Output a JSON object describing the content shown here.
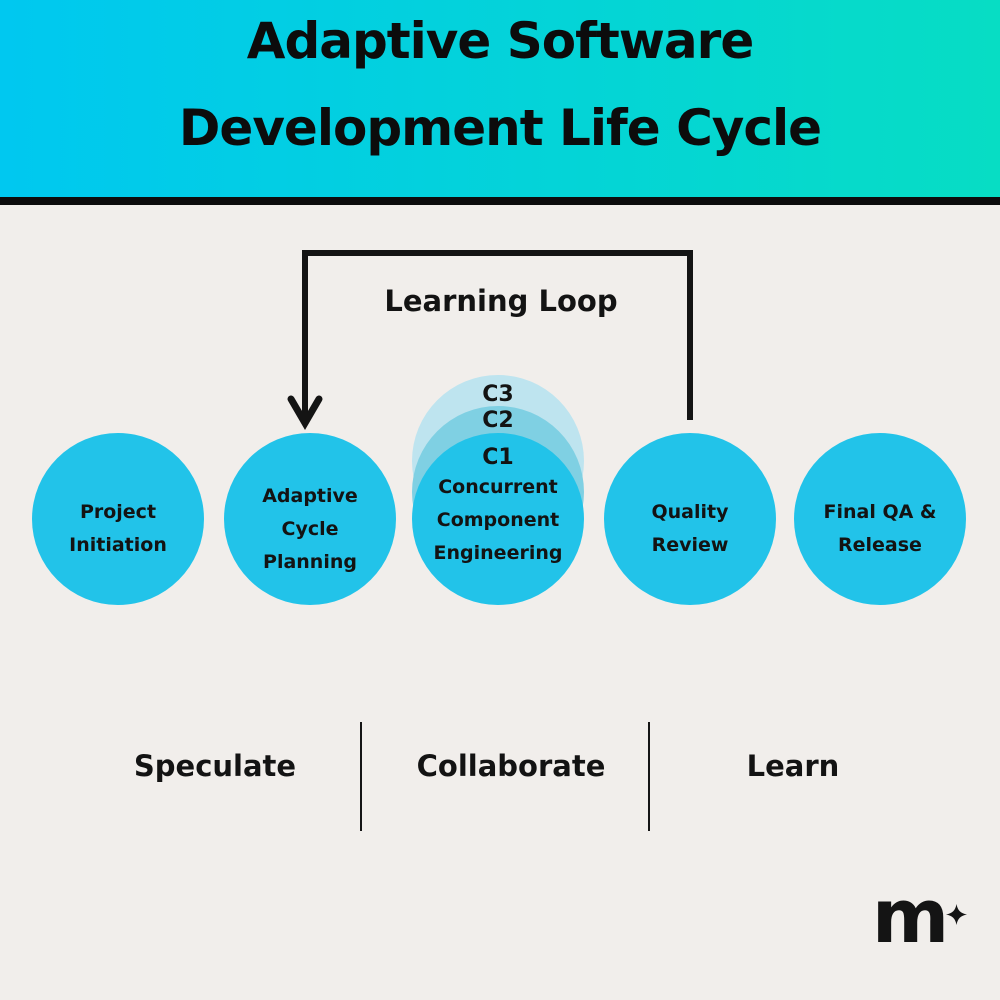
{
  "header": {
    "title_line1": "Adaptive Software",
    "title_line2": "Development Life Cycle"
  },
  "loop": {
    "label": "Learning Loop"
  },
  "stages": [
    {
      "label": "Project\nInitiation"
    },
    {
      "label": "Adaptive\nCycle\nPlanning"
    },
    {
      "label": "Concurrent\nComponent\nEngineering",
      "iterations": {
        "c3": "C3",
        "c2": "C2",
        "c1": "C1"
      }
    },
    {
      "label": "Quality\nReview"
    },
    {
      "label": "Final QA &\nRelease"
    }
  ],
  "phases": [
    {
      "label": "Speculate"
    },
    {
      "label": "Collaborate"
    },
    {
      "label": "Learn"
    }
  ],
  "logo": {
    "text": "m",
    "sparkle": "four-pointed-star"
  },
  "colors": {
    "background": "#f1eeeb",
    "gradient_left": "#00c8f0",
    "gradient_right": "#07ddc4",
    "circle": "#22c3e9",
    "c2": "#7fd0e3",
    "c3": "#bee4ef",
    "ink": "#131313"
  }
}
